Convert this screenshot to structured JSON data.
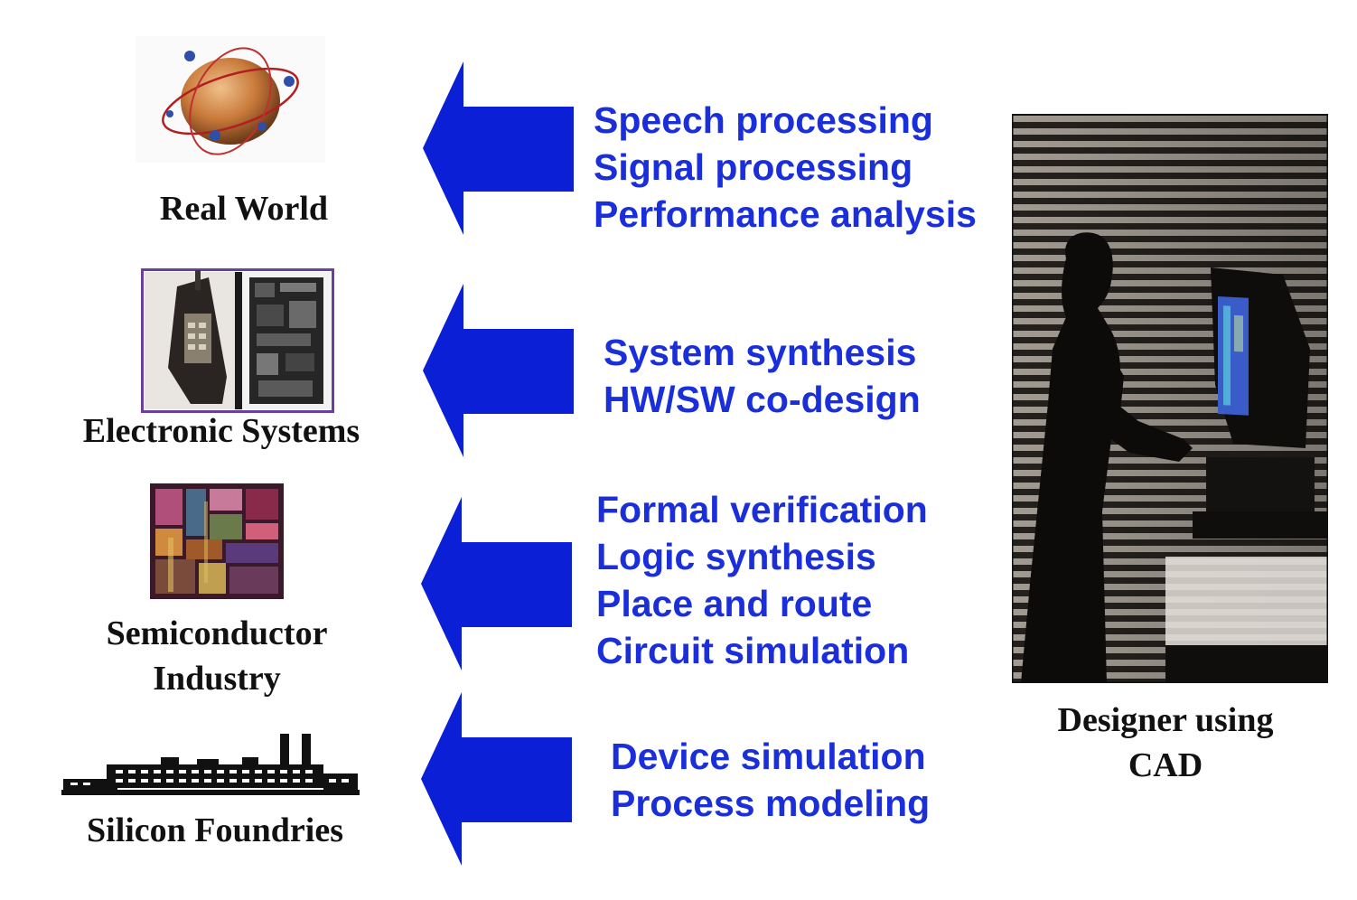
{
  "colors": {
    "arrow": "#0a1fd6",
    "task_text": "#1a2fd9",
    "label_text": "#111111"
  },
  "levels": [
    {
      "label_lines": [
        "Real World"
      ],
      "icon": "atom-globe-icon",
      "tasks": [
        "Speech processing",
        "Signal processing",
        "Performance analysis"
      ]
    },
    {
      "label_lines": [
        "Electronic Systems"
      ],
      "icon": "cellphone-and-circuit-board-icon",
      "tasks": [
        "System synthesis",
        "HW/SW co-design"
      ]
    },
    {
      "label_lines": [
        "Semiconductor",
        "Industry"
      ],
      "icon": "chip-die-icon",
      "tasks": [
        "Formal verification",
        "Logic synthesis",
        "Place and route",
        "Circuit simulation"
      ]
    },
    {
      "label_lines": [
        "Silicon Foundries"
      ],
      "icon": "factory-icon",
      "tasks": [
        "Device simulation",
        "Process modeling"
      ]
    }
  ],
  "designer": {
    "image": "designer-silhouette-at-computer-icon",
    "caption_lines": [
      "Designer using",
      "CAD"
    ]
  }
}
